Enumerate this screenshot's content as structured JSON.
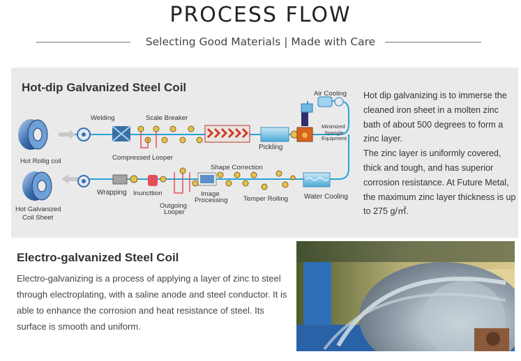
{
  "header": {
    "title": "PROCESS FLOW",
    "subtitle": "Selecting Good Materials  |  Made with Care"
  },
  "hot_dip": {
    "title": "Hot-dip Galvanized Steel Coil",
    "description": "Hot dip galvanizing is to immerse the cleaned iron sheet in a molten zinc bath of about 500 degrees to form a zinc layer.\nThe zinc layer is uniformly covered, thick and tough, and has superior corrosion resistance. At Future Metal, the maximum zinc layer thickness is up to 275 g/㎡.",
    "labels": {
      "hot_rolling_coil": "Hot Rollig coil",
      "welding": "Welding",
      "scale_breaker": "Scale Breaker",
      "compressed_looper": "Compressed Looper",
      "pickling": "Pickling",
      "air_cooling": "Air Cooling",
      "minimized_spangle": [
        "Minimized",
        "Spangle",
        "Equipment"
      ],
      "water_cooling": "Water Cooling",
      "temper_rolling": "Temper Rolling",
      "shape_correction": "Shape Correction",
      "image_processing": [
        "Image",
        "Processing"
      ],
      "outgoing_looper": [
        "Outgoing",
        "Looper"
      ],
      "incision": "Inuncttion",
      "wrapping": "Wrapping",
      "hot_galvanized_coil_sheet": [
        "Hot Galvanized",
        "Coil Sheet"
      ]
    }
  },
  "electro": {
    "title": "Electro-galvanized Steel Coil",
    "description": "Electro-galvanizing is a process of applying a layer of zinc to steel through electroplating, with a saline anode and steel conductor. It is able to enhance the corrosion and heat resistance of steel. Its surface is smooth and uniform."
  },
  "colors": {
    "line_blue": "#29a3d6",
    "heater_red": "#d13a2a",
    "panel_bg": "#eaeaeb",
    "coil_blue": "#3b6fb0"
  },
  "icons": [
    "steel-coil-icon",
    "roller-icon",
    "welding-block-icon",
    "zinc-bath-icon",
    "cooling-tank-icon",
    "factory-photo"
  ]
}
